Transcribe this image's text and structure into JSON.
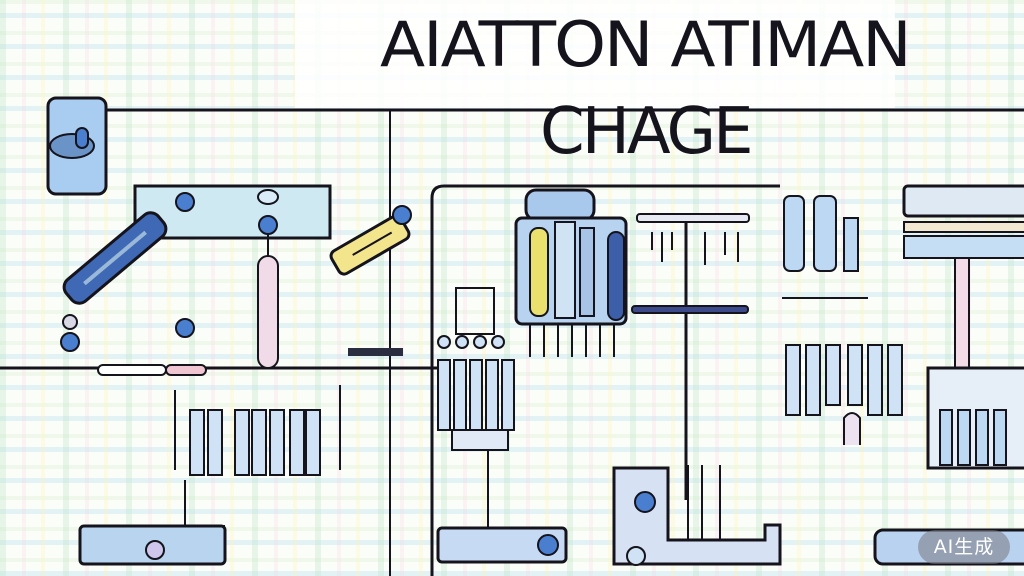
{
  "illustration": {
    "description": "AI-generated schematic-style illustration of mechanical/electrical components",
    "title_line1": "AIATTON ATIMAN",
    "title_line2": "CHAGE",
    "palette": {
      "outline": "#15131c",
      "blue": "#4a7fd0",
      "light_blue": "#bfdff2",
      "yellow": "#f3e27a",
      "pink": "#f4cfe0",
      "green": "#d5efcf",
      "background": "#fbfdf8"
    }
  },
  "watermark": {
    "label": "AI生成"
  }
}
